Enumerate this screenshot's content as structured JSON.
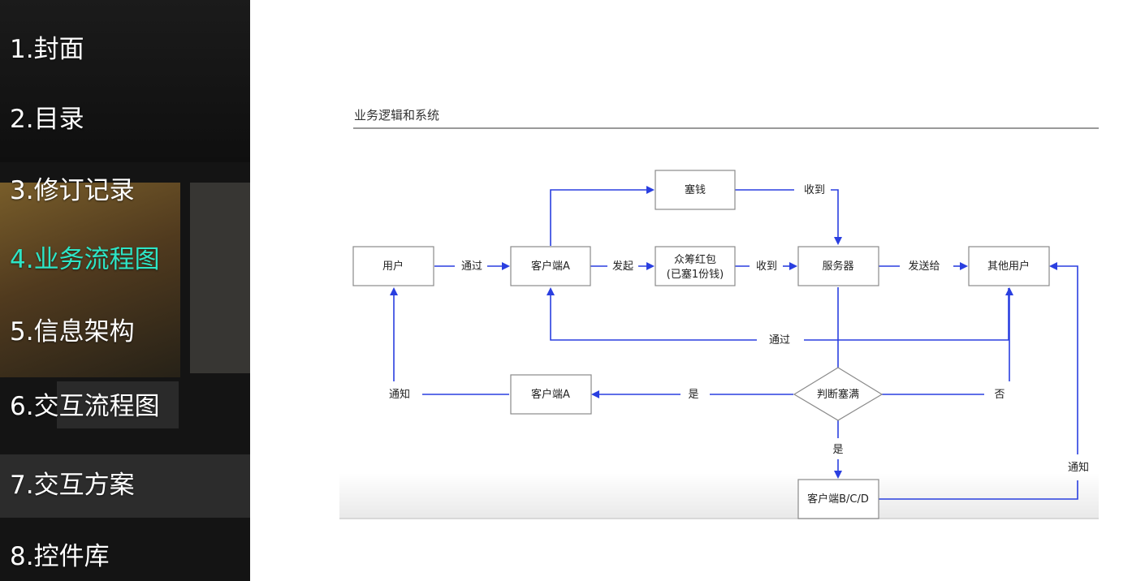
{
  "sidebar": {
    "items": [
      {
        "label": "1.封面",
        "active": false
      },
      {
        "label": "2.目录",
        "active": false
      },
      {
        "label": "3.修订记录",
        "active": false
      },
      {
        "label": "4.业务流程图",
        "active": true
      },
      {
        "label": "5.信息架构",
        "active": false
      },
      {
        "label": "6.交互流程图",
        "active": false
      },
      {
        "label": "7.交互方案",
        "active": false
      },
      {
        "label": "8.控件库",
        "active": false
      }
    ],
    "active_color": "#2ee5c6"
  },
  "slide": {
    "title": "业务逻辑和系统"
  },
  "diagram": {
    "nodes": {
      "user": "用户",
      "client_a": "客户端A",
      "stuff_money": "塞钱",
      "crowdfund_line1": "众筹红包",
      "crowdfund_line2": "(已塞1份钱)",
      "server": "服务器",
      "other_users": "其他用户",
      "judge_full": "判断塞满",
      "client_a2": "客户端A",
      "client_bcd": "客户端B/C/D"
    },
    "edge_labels": {
      "via1": "通过",
      "initiate": "发起",
      "receive_top": "收到",
      "receive_mid": "收到",
      "send_to": "发送给",
      "via2": "通过",
      "yes_left": "是",
      "no_right": "否",
      "yes_down": "是",
      "notify_left": "通知",
      "notify_right": "通知"
    },
    "edge_color": "#2a3fe0"
  }
}
